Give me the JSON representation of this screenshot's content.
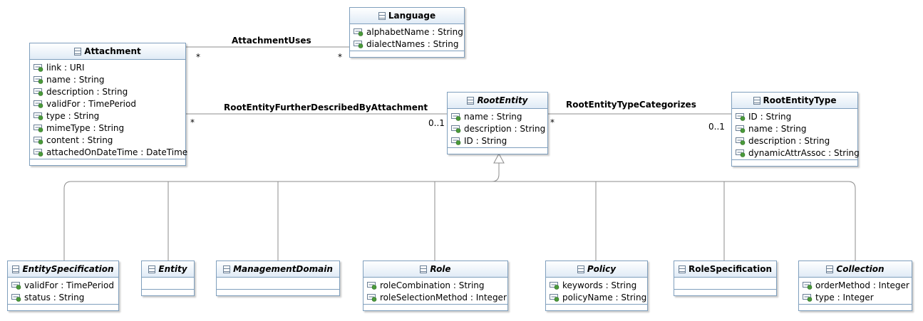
{
  "classes": {
    "language": {
      "name": "Language",
      "attributes": [
        "alphabetName : String",
        "dialectNames : String"
      ]
    },
    "attachment": {
      "name": "Attachment",
      "attributes": [
        "link : URI",
        "name : String",
        "description : String",
        "validFor : TimePeriod",
        "type : String",
        "mimeType : String",
        "content : String",
        "attachedOnDateTime : DateTime"
      ]
    },
    "root_entity": {
      "name": "RootEntity",
      "abstract": true,
      "attributes": [
        "name : String",
        "description : String",
        "ID : String"
      ]
    },
    "root_entity_type": {
      "name": "RootEntityType",
      "attributes": [
        "ID : String",
        "name : String",
        "description : String",
        "dynamicAttrAssoc : String"
      ]
    },
    "entity_specification": {
      "name": "EntitySpecification",
      "abstract": true,
      "attributes": [
        "validFor : TimePeriod",
        "status : String"
      ]
    },
    "entity": {
      "name": "Entity",
      "abstract": true,
      "attributes": []
    },
    "management_domain": {
      "name": "ManagementDomain",
      "abstract": true,
      "attributes": []
    },
    "role": {
      "name": "Role",
      "abstract": true,
      "attributes": [
        "roleCombination : String",
        "roleSelectionMethod : Integer"
      ]
    },
    "policy": {
      "name": "Policy",
      "abstract": true,
      "attributes": [
        "keywords : String",
        "policyName : String"
      ]
    },
    "role_specification": {
      "name": "RoleSpecification",
      "abstract": false,
      "attributes": []
    },
    "collection": {
      "name": "Collection",
      "abstract": true,
      "attributes": [
        "orderMethod : Integer",
        "type : Integer"
      ]
    }
  },
  "associations": {
    "attachment_uses": {
      "name": "AttachmentUses",
      "source_multiplicity": "*",
      "target_multiplicity": "*"
    },
    "root_entity_further_described": {
      "name": "RootEntityFurtherDescribedByAttachment",
      "source_multiplicity": "*",
      "target_multiplicity": "0..1"
    },
    "root_entity_type_categorizes": {
      "name": "RootEntityTypeCategorizes",
      "source_multiplicity": "*",
      "target_multiplicity": "0..1"
    }
  },
  "colors": {
    "border": "#7f9fbd",
    "header_top": "#ffffff",
    "header_bottom": "#e0ebf6",
    "line": "#8c8c8c",
    "attr_icon": "#4a9a3a"
  }
}
